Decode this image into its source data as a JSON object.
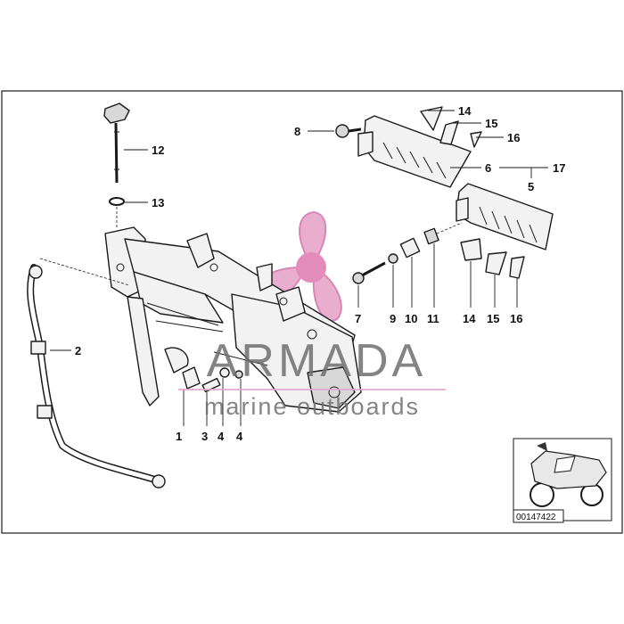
{
  "callouts": {
    "c1": "1",
    "c2": "2",
    "c3": "3",
    "c4a": "4",
    "c4b": "4",
    "c5": "5",
    "c6": "6",
    "c7": "7",
    "c8": "8",
    "c9": "9",
    "c10": "10",
    "c11": "11",
    "c12": "12",
    "c13": "13",
    "c14a": "14",
    "c14b": "14",
    "c15a": "15",
    "c15b": "15",
    "c16a": "16",
    "c16b": "16",
    "c17": "17"
  },
  "watermark": {
    "brand": "ARMADA",
    "tagline": "marine outboards",
    "brand_color": "#8a8a8a",
    "accent_color": "#e7a6c9"
  },
  "reference_number": "00147422",
  "icons": [
    "motorcycle-thumbnail-icon",
    "propeller-logo-icon"
  ]
}
